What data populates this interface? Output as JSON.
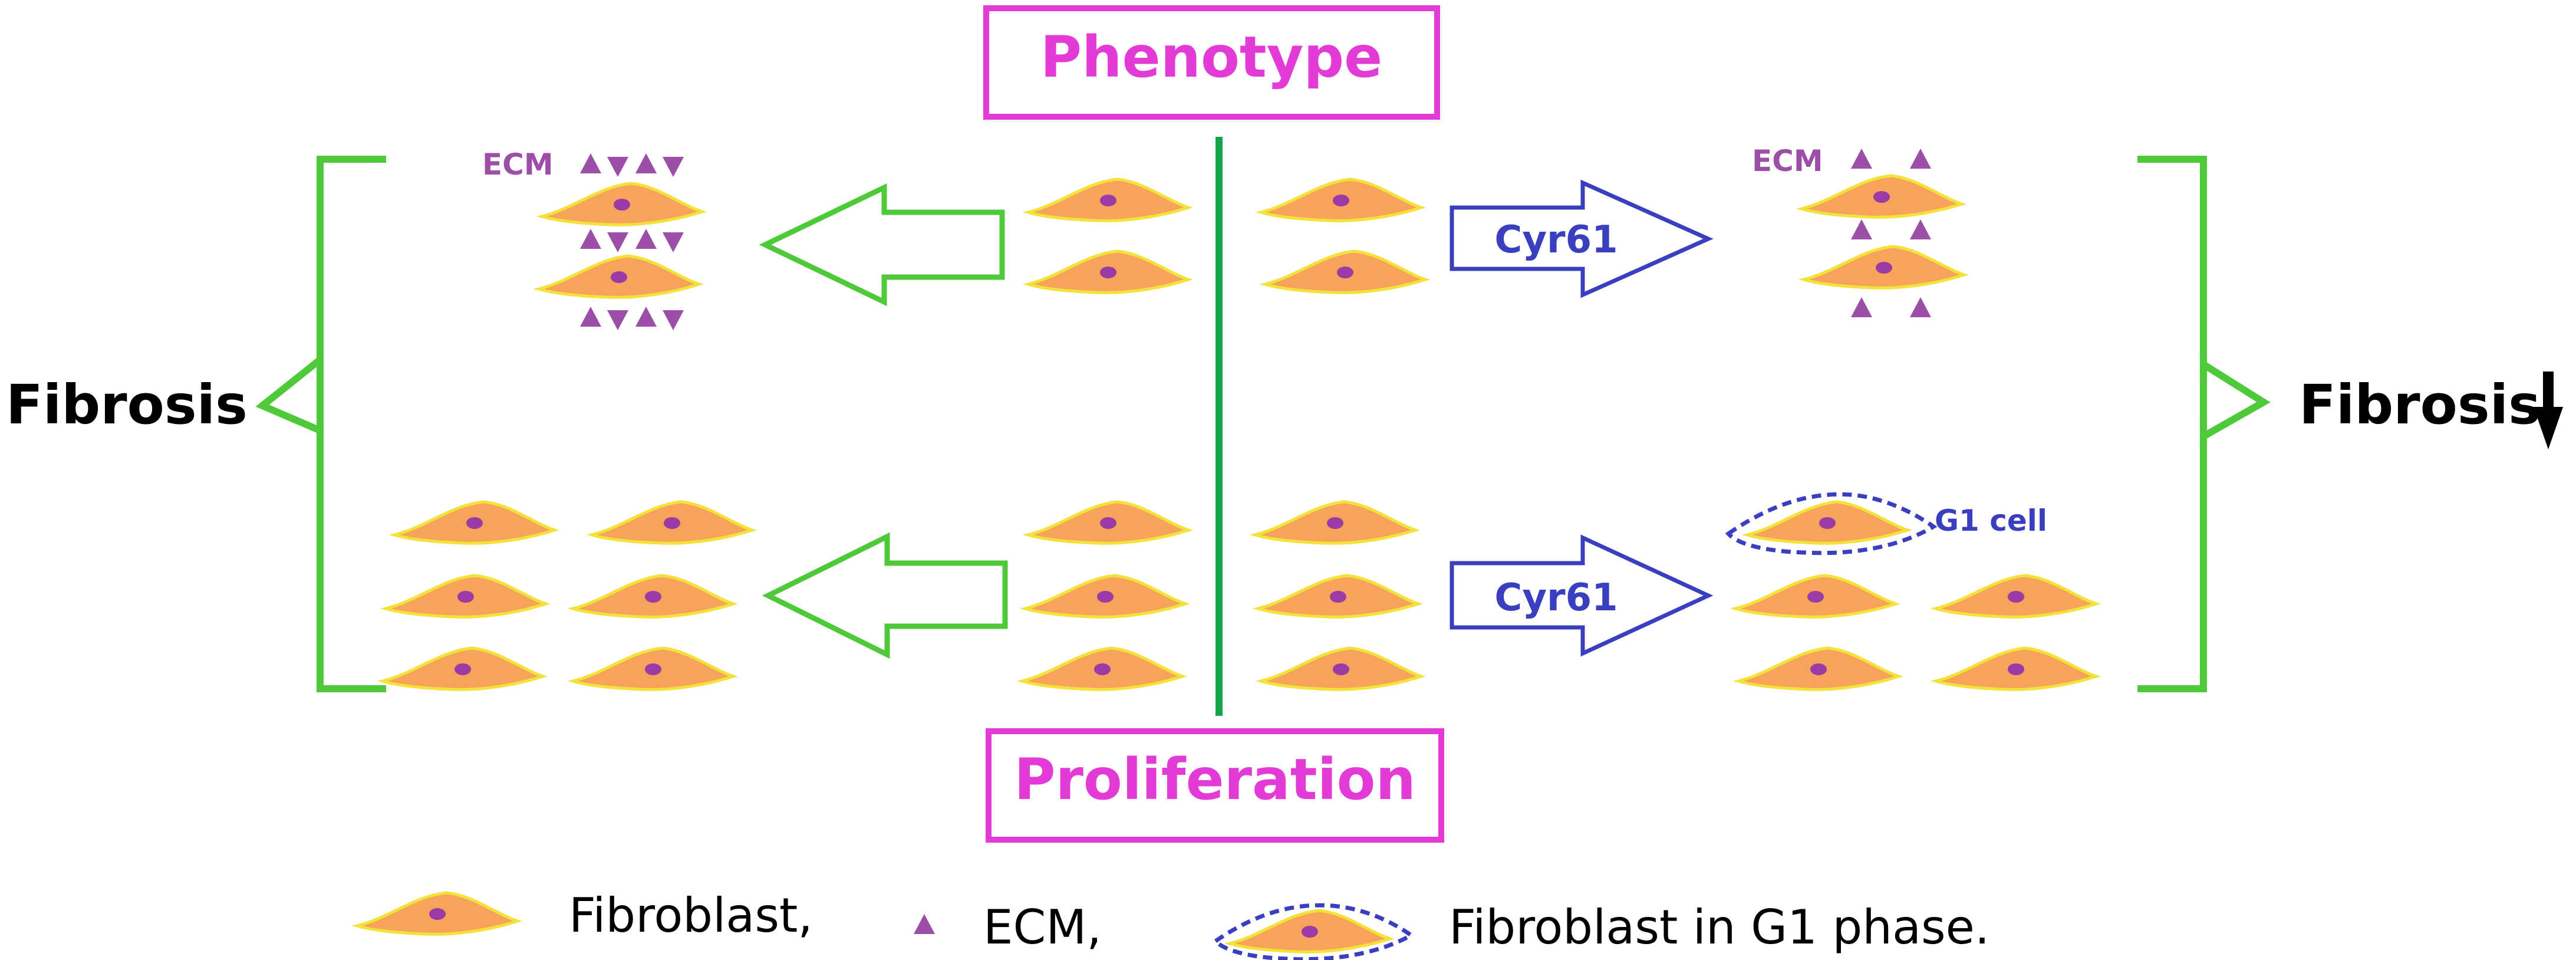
{
  "header": {
    "phenotype": "Phenotype",
    "proliferation": "Proliferation"
  },
  "left": {
    "fibrosis": "Fibrosis",
    "ecm": "ECM"
  },
  "right": {
    "fibrosis": "Fibrosis",
    "ecm": "ECM",
    "g1_cell": "G1 cell"
  },
  "arrows": {
    "top_right": "Cyr61",
    "bottom_right": "Cyr61"
  },
  "legend": {
    "fibroblast": "Fibroblast,",
    "ecm": "ECM,",
    "g1": "Fibroblast in G1 phase."
  },
  "colors": {
    "green": "#4ec93a",
    "divider": "#17a34a",
    "blue": "#3a3fc0",
    "magenta": "#e33cd6",
    "cell_fill": "#f7a35b",
    "cell_edge": "#f3e23a",
    "nucleus": "#9b3ba6",
    "ecm": "#9b4fa6"
  }
}
